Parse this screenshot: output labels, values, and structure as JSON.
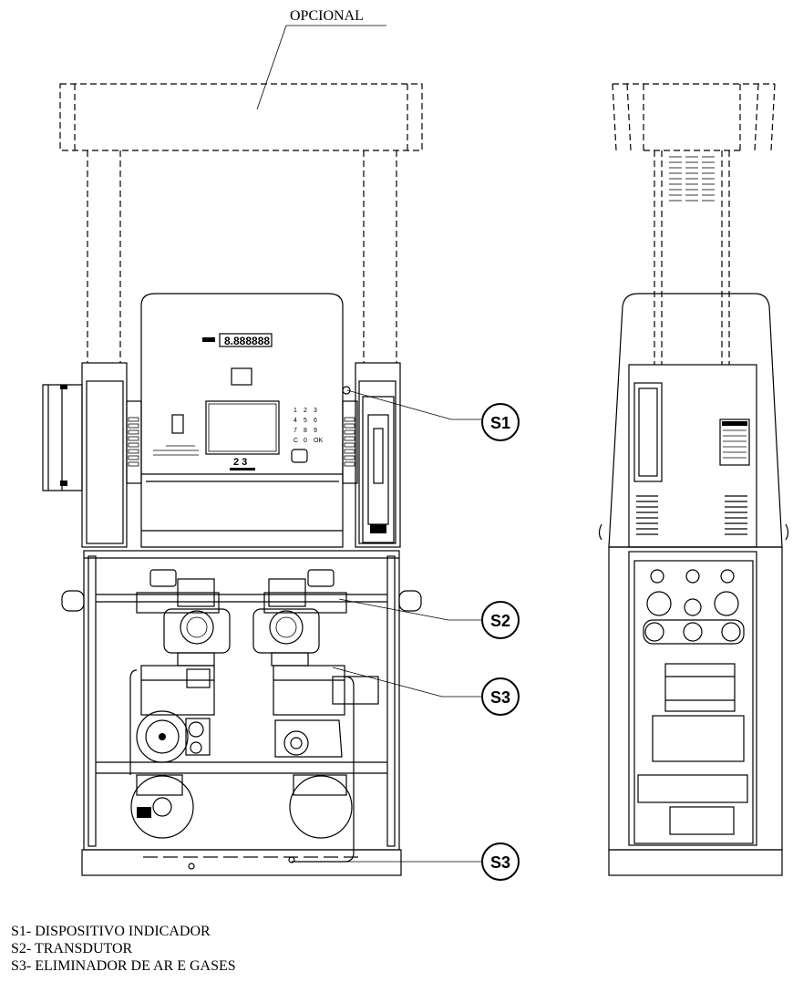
{
  "top_label": "OPCIONAL",
  "callouts": [
    {
      "id": "s1",
      "label": "S1"
    },
    {
      "id": "s2",
      "label": "S2"
    },
    {
      "id": "s3a",
      "label": "S3"
    },
    {
      "id": "s3b",
      "label": "S3"
    }
  ],
  "legend": [
    "S1- DISPOSITIVO INDICADOR",
    "S2- TRANSDUTOR",
    "S3- ELIMINADOR DE AR E GASES"
  ],
  "display": {
    "digits": "8.888888",
    "button_digits": "2 3"
  },
  "keypad": [
    "1",
    "2",
    "3",
    "4",
    "5",
    "6",
    "7",
    "8",
    "9",
    "C",
    "0",
    "OK"
  ]
}
